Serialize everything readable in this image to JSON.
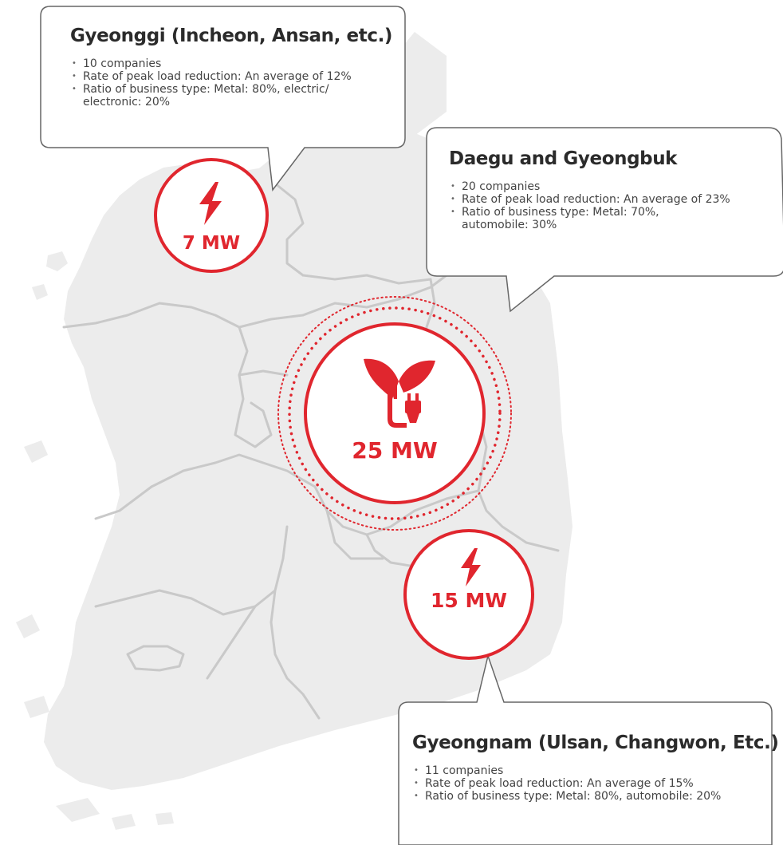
{
  "colors": {
    "accent": "#e0262e",
    "land": "#ececec",
    "border": "#c9c9c9",
    "bubble_outline": "#666666"
  },
  "regions": [
    {
      "id": "gyeonggi",
      "title": "Gyeonggi (Incheon, Ansan, etc.)",
      "items": [
        "10 companies",
        "Rate of peak load reduction: An average of 12%",
        "Ratio of business type: Metal: 80%, electric/ electronic: 20%"
      ],
      "capacity": "7 MW",
      "icon": "lightning-bolt-icon"
    },
    {
      "id": "daegu",
      "title": "Daegu and Gyeongbuk",
      "items": [
        "20 companies",
        "Rate of peak load reduction: An average of 23%",
        "Ratio of business type: Metal: 70%, automobile: 30%"
      ],
      "icon": "none"
    },
    {
      "id": "gyeongnam",
      "title": "Gyeongnam (Ulsan, Changwon, Etc.)",
      "items": [
        "11 companies",
        "Rate of peak load reduction: An average of 15%",
        "Ratio of business type: Metal: 80%, automobile: 20%"
      ],
      "capacity": "15 MW",
      "icon": "lightning-bolt-icon"
    }
  ],
  "total": {
    "capacity": "25 MW",
    "icon": "plant-plug-icon"
  }
}
